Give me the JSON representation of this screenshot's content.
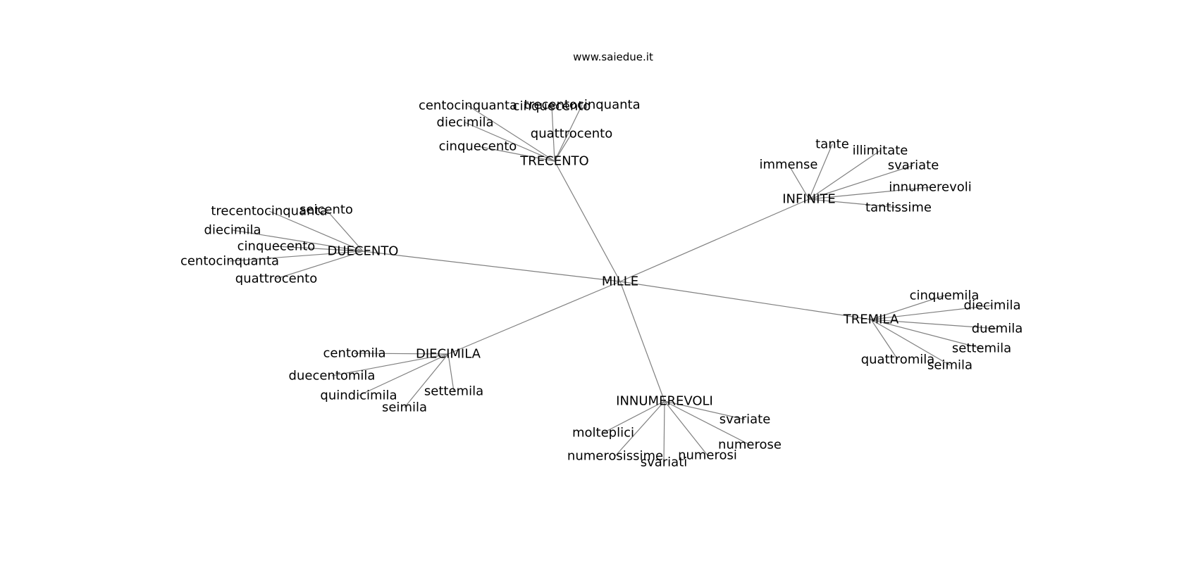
{
  "source": "www.saiedue.it",
  "graph": {
    "center": "MILLE",
    "hubs": [
      {
        "label": "TRECENTO",
        "leaves": [
          "centocinquanta",
          "cinquecento",
          "diecimila",
          "quattrocento",
          "trecentocinquanta",
          "cinquecento"
        ]
      },
      {
        "label": "DUECENTO",
        "leaves": [
          "trecentocinquanta",
          "seicento",
          "diecimila",
          "cinquecento",
          "centocinquanta",
          "quattrocento"
        ]
      },
      {
        "label": "INFINITE",
        "leaves": [
          "tante",
          "illimitate",
          "immense",
          "svariate",
          "innumerevoli",
          "tantissime"
        ]
      },
      {
        "label": "TREMILA",
        "leaves": [
          "cinquemila",
          "diecimila",
          "duemila",
          "settemila",
          "quattromila",
          "seimila"
        ]
      },
      {
        "label": "DIECIMILA",
        "leaves": [
          "centomila",
          "duecentomila",
          "quindicimila",
          "settemila",
          "seimila"
        ]
      },
      {
        "label": "INNUMEREVOLI",
        "leaves": [
          "svariate",
          "molteplici",
          "numerose",
          "numerosissime",
          "numerosi",
          "svariati"
        ]
      }
    ]
  }
}
